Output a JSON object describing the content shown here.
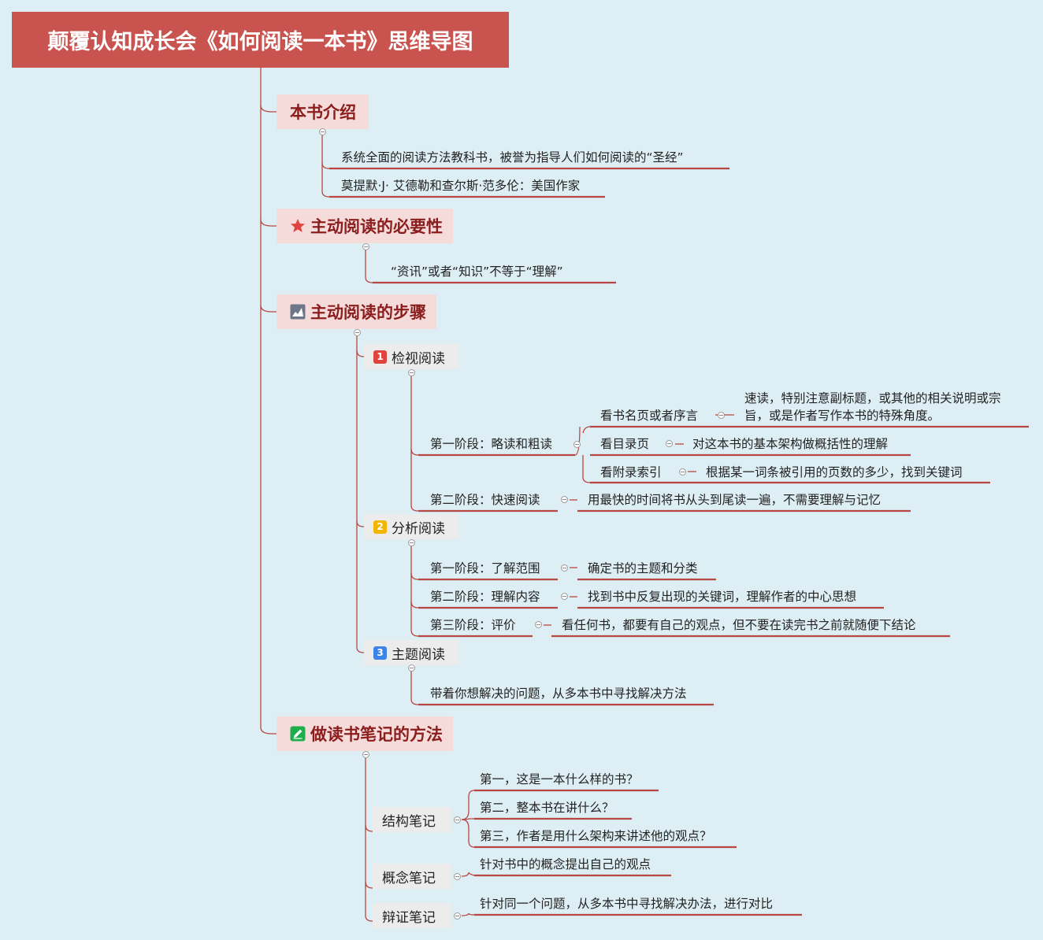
{
  "title": "颠覆认知成长会《如何阅读一本书》思维导图",
  "colors": {
    "root": "#c9534f",
    "branch_bg": "#f5dcdb",
    "line": "#b84743"
  },
  "sections": {
    "intro": {
      "label": "本书介绍",
      "items": [
        "系统全面的阅读方法教科书，被誉为指导人们如何阅读的“圣经”",
        "莫提默·J· 艾德勒和查尔斯·范多伦：美国作家"
      ]
    },
    "necessity": {
      "icon": "star-icon",
      "label": "主动阅读的必要性",
      "items": [
        "“资讯”或者“知识”不等于“理解”"
      ]
    },
    "steps": {
      "icon": "chart-icon",
      "label": "主动阅读的步骤",
      "inspect": {
        "num": "1",
        "label": "检视阅读",
        "stage1": "第一阶段：略读和粗读",
        "s1_items": [
          {
            "k": "看书名页或者序言",
            "v1": "速读，特别注意副标题，或其他的相关说明或宗",
            "v2": "旨，或是作者写作本书的特殊角度。"
          },
          {
            "k": "看目录页",
            "v": "对这本书的基本架构做概括性的理解"
          },
          {
            "k": "看附录索引",
            "v": "根据某一词条被引用的页数的多少，找到关键词"
          }
        ],
        "stage2": "第二阶段：快速阅读",
        "stage2_v": "用最快的时间将书从头到尾读一遍，不需要理解与记忆"
      },
      "analyze": {
        "num": "2",
        "label": "分析阅读",
        "rows": [
          {
            "k": "第一阶段：了解范围",
            "v": "确定书的主题和分类"
          },
          {
            "k": "第二阶段：理解内容",
            "v": "找到书中反复出现的关键词，理解作者的中心思想"
          },
          {
            "k": "第三阶段：评价",
            "v": "看任何书，都要有自己的观点，但不要在读完书之前就随便下结论"
          }
        ]
      },
      "topic": {
        "num": "3",
        "label": "主题阅读",
        "v": "带着你想解决的问题，从多本书中寻找解决方法"
      }
    },
    "notes": {
      "icon": "edit-icon",
      "label": "做读书笔记的方法",
      "structure": {
        "label": "结构笔记",
        "items": [
          "第一，这是一本什么样的书？",
          "第二，整本书在讲什么？",
          "第三，作者是用什么架构来讲述他的观点？"
        ]
      },
      "concept": {
        "label": "概念笔记",
        "v": "针对书中的概念提出自己的观点"
      },
      "dialectic": {
        "label": "辩证笔记",
        "v": "针对同一个问题，从多本书中寻找解决办法，进行对比"
      }
    }
  }
}
